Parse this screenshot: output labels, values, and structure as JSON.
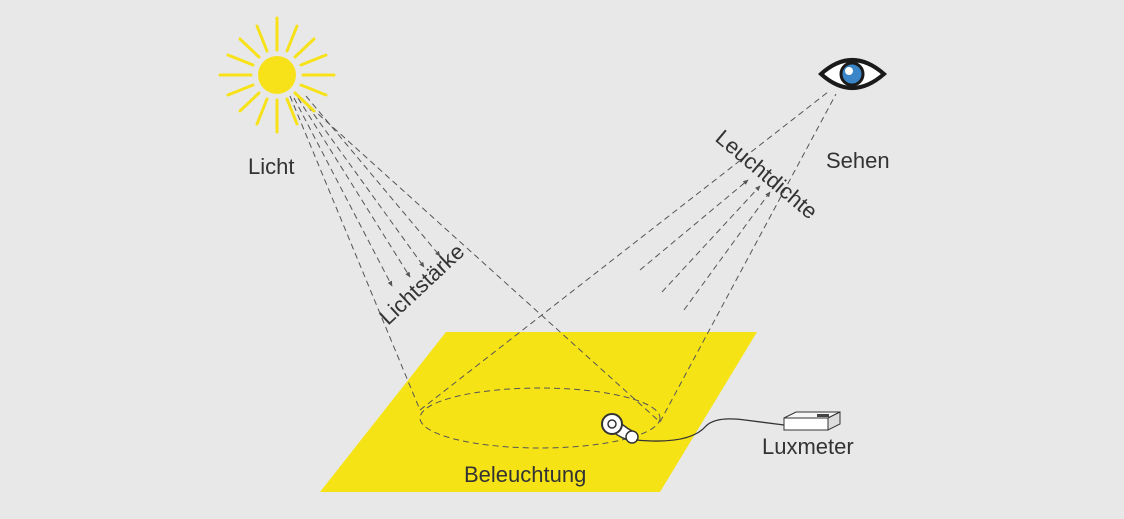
{
  "labels": {
    "licht": "Licht",
    "lichtstaerke": "Lichtstärke",
    "leuchtdichte": "Leuchtdichte",
    "sehen": "Sehen",
    "beleuchtung": "Beleuchtung",
    "luxmeter": "Luxmeter"
  },
  "colors": {
    "background": "#e8e8e8",
    "sun": "#f7e21a",
    "surface": "#f6e316",
    "line": "#555555",
    "text": "#333333",
    "iris": "#3a86c8"
  },
  "icons": {
    "sun": "sun-icon",
    "eye": "eye-icon",
    "sensor": "light-sensor-icon",
    "meter": "luxmeter-device-icon"
  }
}
